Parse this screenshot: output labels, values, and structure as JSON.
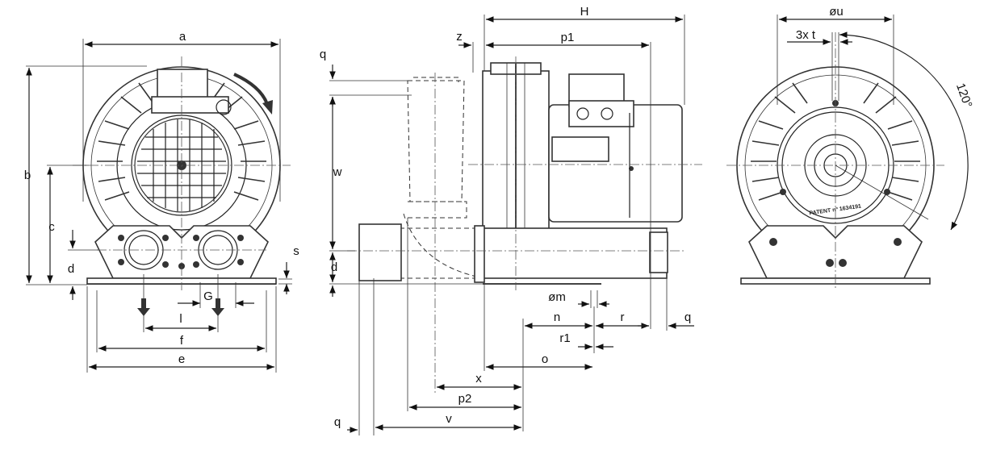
{
  "drawing": {
    "front_view_labels": {
      "a": "a",
      "b": "b",
      "c": "c",
      "d": "d",
      "e": "e",
      "f": "f",
      "l": "l",
      "G": "G"
    },
    "side_view_labels": {
      "H": "H",
      "z": "z",
      "p1": "p1",
      "q_top": "q",
      "w": "w",
      "d": "d",
      "s": "s",
      "om": "øm",
      "n": "n",
      "r": "r",
      "q_right": "q",
      "r1": "r1",
      "o": "o",
      "x": "x",
      "p2": "p2",
      "q_bottom": "q",
      "v": "v"
    },
    "rear_view_labels": {
      "ou": "øu",
      "t": "3x t",
      "angle": "120°"
    },
    "plate_text": "PATENT nº 1634191"
  }
}
